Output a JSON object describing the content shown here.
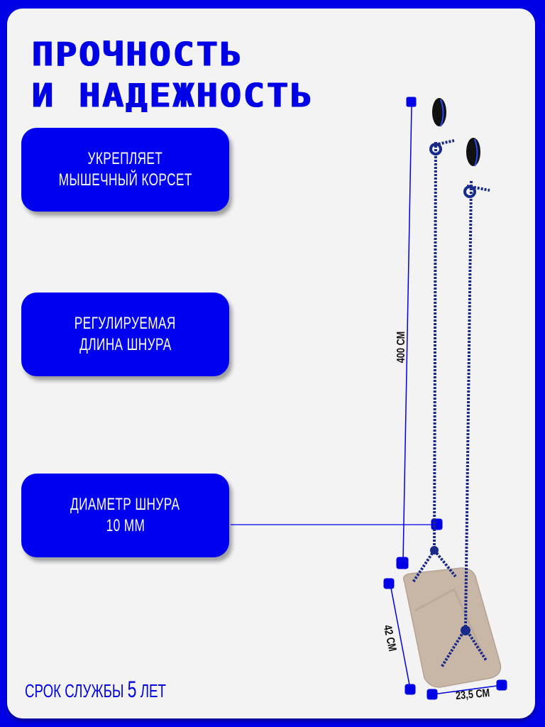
{
  "headline": {
    "line1": "ПРОЧНОСТЬ",
    "line2": "И НАДЕЖНОСТЬ"
  },
  "features": [
    {
      "line1": "УКРЕПЛЯЕТ",
      "line2": "МЫШЕЧНЫЙ КОРСЕТ"
    },
    {
      "line1": "РЕГУЛИРУЕМАЯ",
      "line2": "ДЛИНА ШНУРА"
    },
    {
      "line1": "ДИАМЕТР ШНУРА",
      "line2": "10 ММ"
    }
  ],
  "lifetime": {
    "prefix": "СРОК СЛУЖБЫ",
    "number": "5",
    "suffix": "ЛЕТ"
  },
  "dimensions": {
    "rope_length": "400 СМ",
    "seat_length": "42 СМ",
    "seat_width": "23,5 СМ"
  },
  "colors": {
    "brand_blue": "#0000e6",
    "background": "#f3f3f3",
    "seat": "#c9b8a8",
    "rope": "#1a2a8a"
  }
}
